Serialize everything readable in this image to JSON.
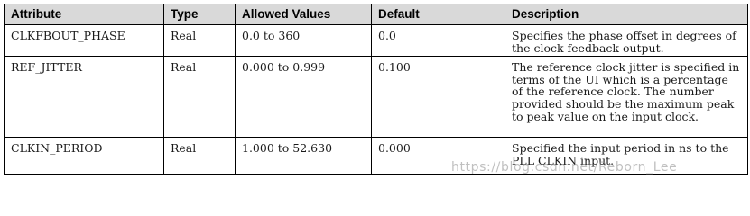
{
  "table": {
    "headers": [
      "Attribute",
      "Type",
      "Allowed Values",
      "Default",
      "Description"
    ],
    "rows": [
      {
        "attribute": "CLKFBOUT_PHASE",
        "type": "Real",
        "allowed_values": "0.0 to 360",
        "default": "0.0",
        "description": "Specifies the phase offset in degrees of the clock feedback output."
      },
      {
        "attribute": "REF_JITTER",
        "type": "Real",
        "allowed_values": "0.000 to 0.999",
        "default": "0.100",
        "description": "The reference clock jitter is specified in terms of the UI which is a percentage of the reference clock.  The number provided should be the maximum peak to peak value on the input clock."
      },
      {
        "attribute": "CLKIN_PERIOD",
        "type": "Real",
        "allowed_values": "1.000 to 52.630",
        "default": "0.000",
        "description": "Specified the input period in ns to the PLL CLKIN input."
      }
    ]
  },
  "watermark": "https://blog.csdn.net/Reborn_Lee"
}
